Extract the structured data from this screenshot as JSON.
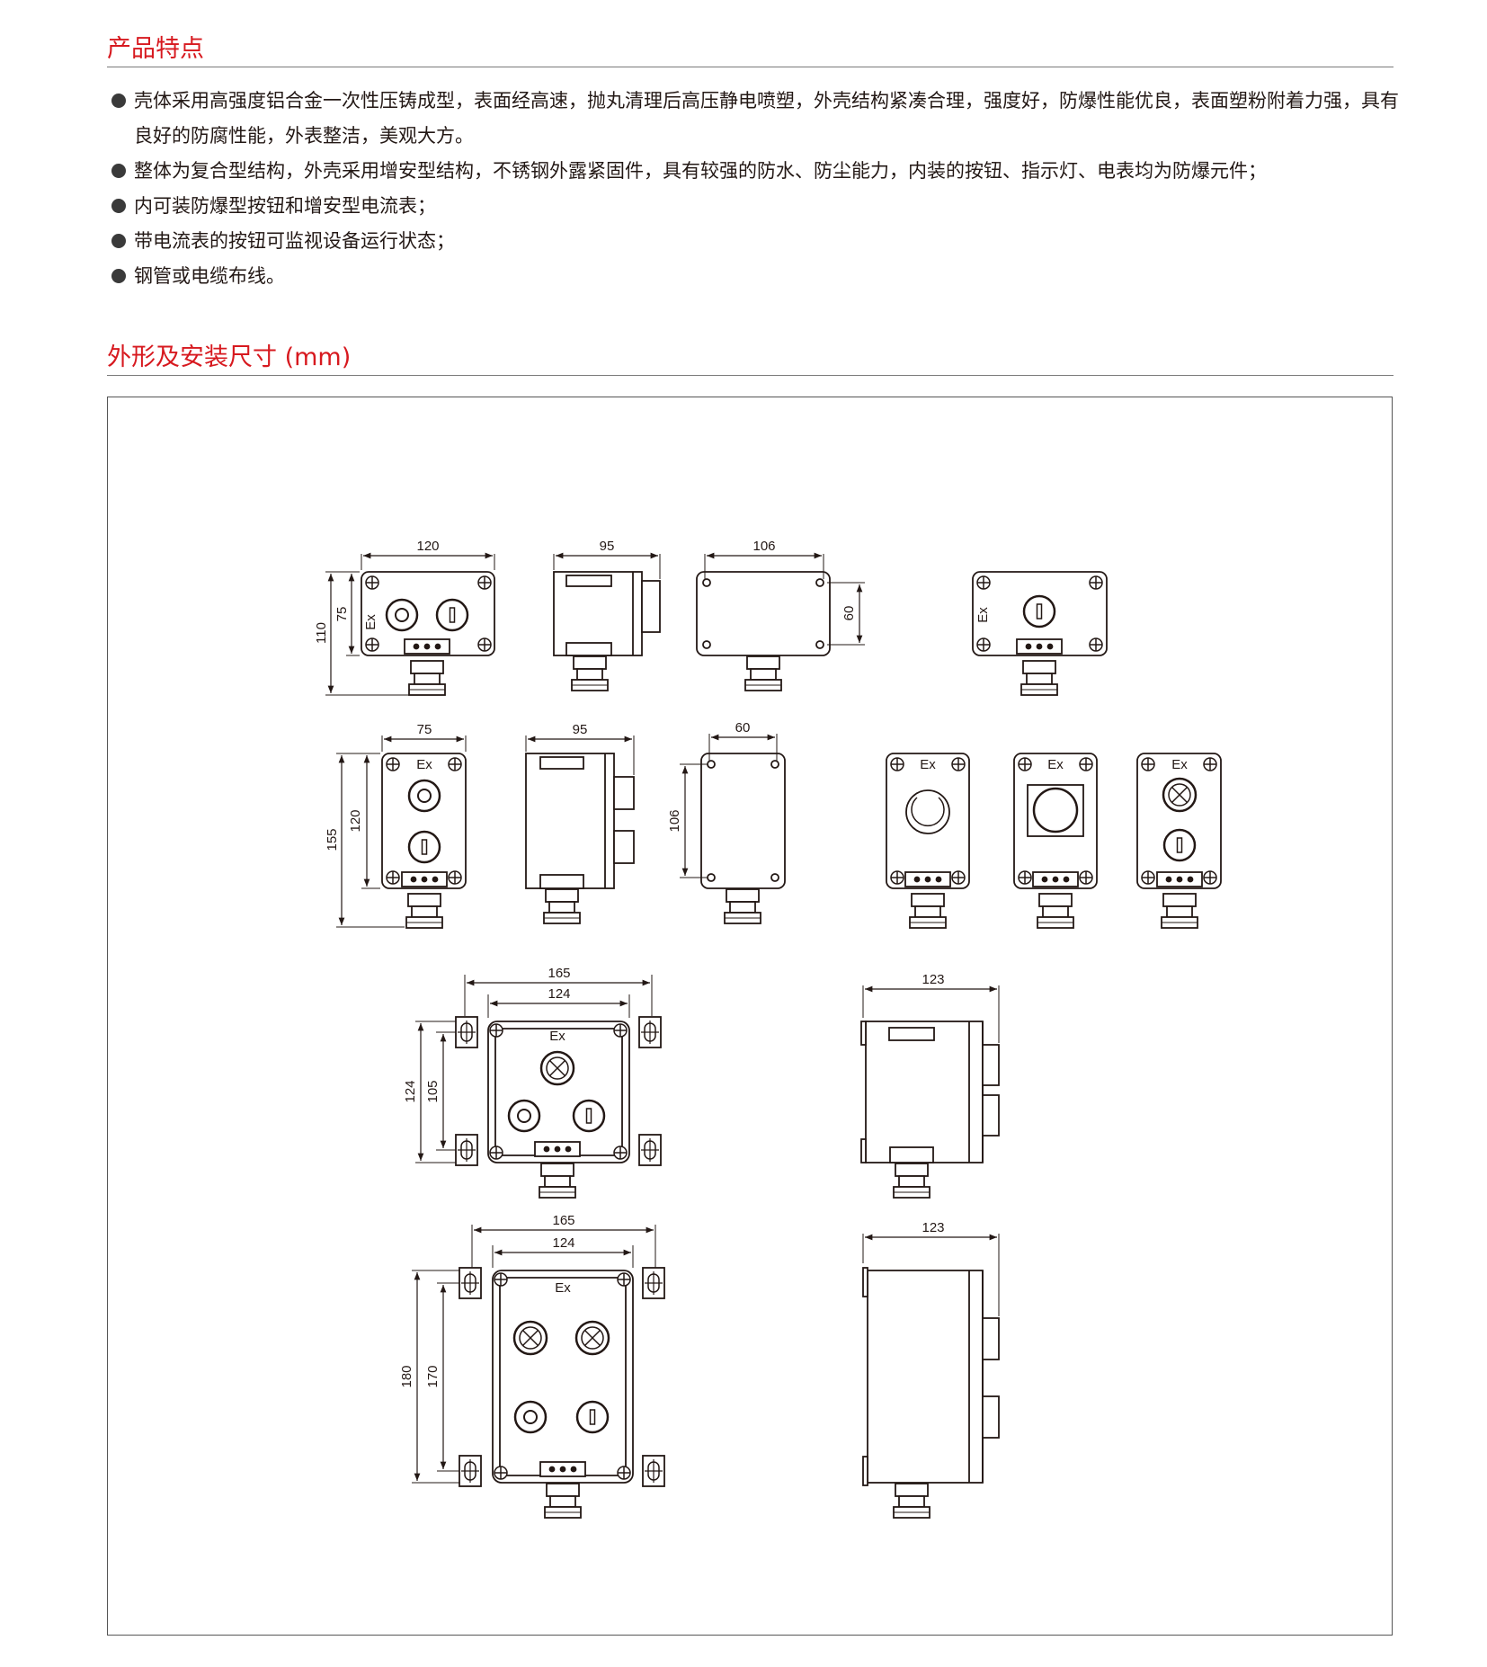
{
  "sections": {
    "features_title": "产品特点",
    "dimensions_title": "外形及安装尺寸 (mm)"
  },
  "features": [
    "壳体采用高强度铝合金一次性压铸成型，表面经高速，抛丸清理后高压静电喷塑，外壳结构紧凑合理，强度好，防爆性能优良，表面塑粉附着力强，具有良好的防腐性能，外表整洁，美观大方。",
    "整体为复合型结构，外壳采用增安型结构，不锈钢外露紧固件，具有较强的防水、防尘能力，内装的按钮、指示灯、电表均为防爆元件；",
    "内可装防爆型按钮和增安型电流表；",
    "带电流表的按钮可监视设备运行状态；",
    "钢管或电缆布线。"
  ],
  "drawing": {
    "ex_mark": "Ex",
    "dims": {
      "r1_w": "120",
      "r1_h_inner": "75",
      "r1_h_outer": "110",
      "r1_side_w": "95",
      "r1_back_w": "106",
      "r1_back_h": "60",
      "r2_w": "75",
      "r2_h_inner": "120",
      "r2_h_outer": "155",
      "r2_side_w": "95",
      "r2_back_w": "60",
      "r2_back_h": "106",
      "r3_w_outer": "165",
      "r3_w_inner": "124",
      "r3_h_outer": "124",
      "r3_h_inner": "105",
      "r3_side_w": "123",
      "r4_w_outer": "165",
      "r4_w_inner": "124",
      "r4_h_outer": "180",
      "r4_h_inner": "170",
      "r4_side_w": "123"
    }
  }
}
